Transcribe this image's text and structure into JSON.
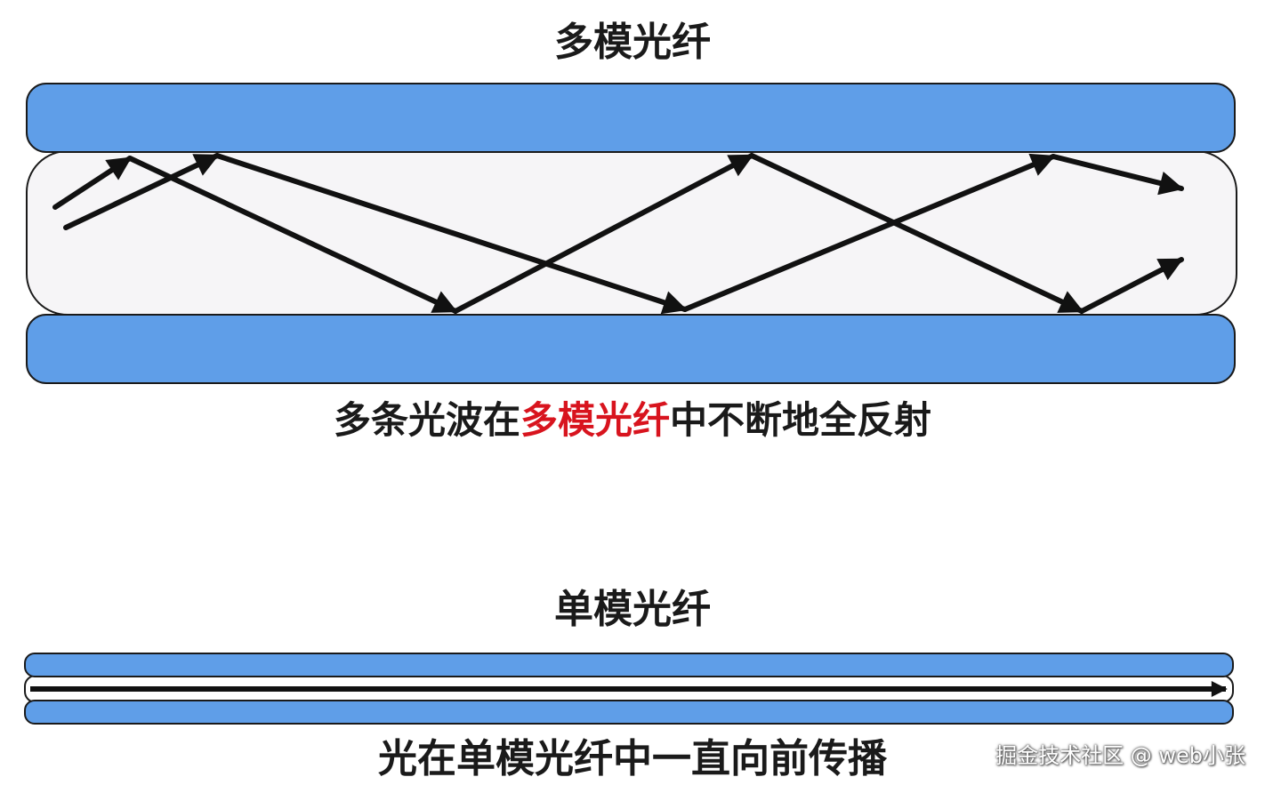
{
  "multimode": {
    "title": "多模光纤",
    "caption_pre": "多条光波在",
    "caption_highlight": "多模光纤",
    "caption_post": "中不断地全反射"
  },
  "singlemode": {
    "title": "单模光纤",
    "caption": "光在单模光纤中一直向前传播"
  },
  "watermark": "掘金技术社区 @ web小张",
  "colors": {
    "cladding": "#5f9ee8",
    "core": "#f6f5f7",
    "outline": "#1a1a1a",
    "highlight": "#d8141e"
  }
}
